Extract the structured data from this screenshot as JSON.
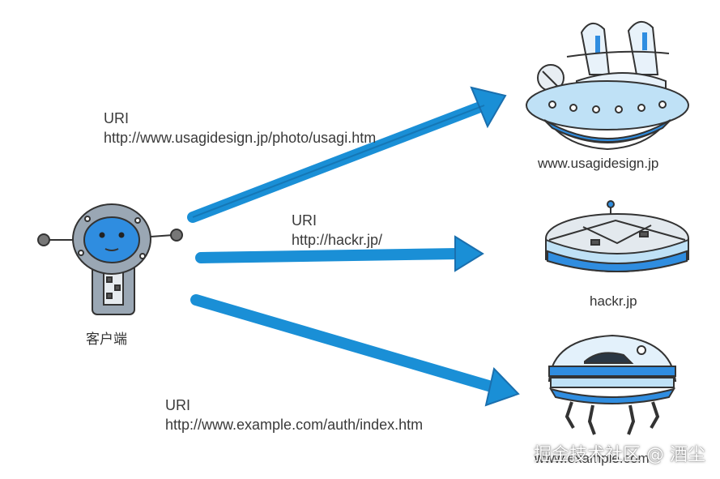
{
  "client": {
    "label": "客户端"
  },
  "requests": [
    {
      "uri_label": "URI",
      "uri": "http://www.usagidesign.jp/photo/usagi.htm"
    },
    {
      "uri_label": "URI",
      "uri": "http://hackr.jp/"
    },
    {
      "uri_label": "URI",
      "uri": "http://www.example.com/auth/index.htm"
    }
  ],
  "servers": [
    {
      "host": "www.usagidesign.jp",
      "icon": "spaceship-icon"
    },
    {
      "host": "hackr.jp",
      "icon": "space-station-icon"
    },
    {
      "host": "www.example.com",
      "icon": "dome-walker-icon"
    }
  ],
  "watermark": "掘金技术社区 @ 酒尘",
  "colors": {
    "arrow": "#1a8fd6",
    "robot_blue": "#2f8de0",
    "robot_gray": "#9aa7b4",
    "server_light": "#bfe1f6"
  }
}
